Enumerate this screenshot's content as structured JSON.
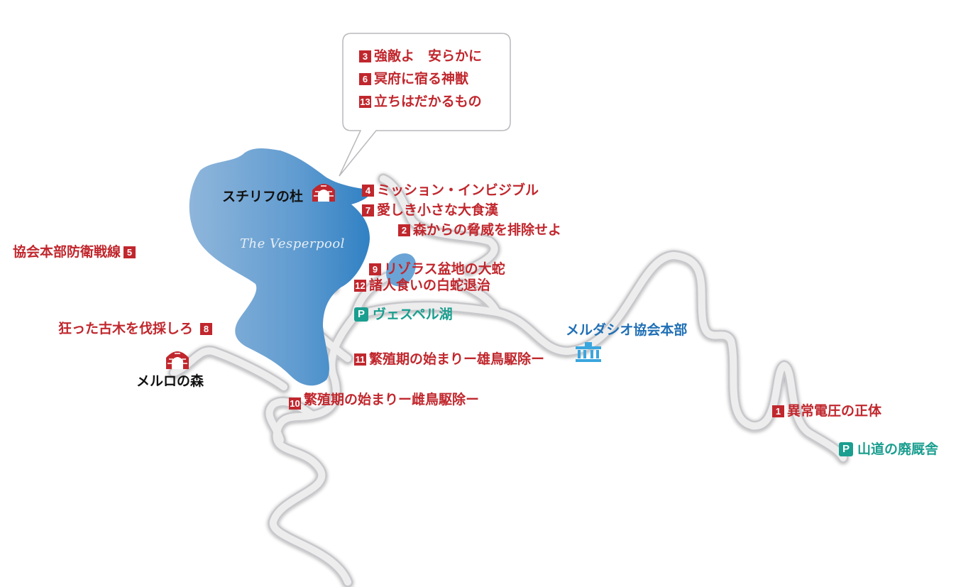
{
  "lake": {
    "name": "The Vesperpool",
    "color": "#3f87c6"
  },
  "callout": {
    "items": [
      {
        "num": "3",
        "label": "強敵よ　安らかに"
      },
      {
        "num": "6",
        "label": "冥府に宿る神獣"
      },
      {
        "num": "13",
        "label": "立ちはだかるもの"
      }
    ]
  },
  "places": {
    "sutirifu": "スチリフの杜",
    "meruro": "メルロの森"
  },
  "quests": {
    "q4": {
      "num": "4",
      "label": "ミッション・インビジブル"
    },
    "q7": {
      "num": "7",
      "label": "愛しき小さな大食漢"
    },
    "q2": {
      "num": "2",
      "label": "森からの脅威を排除せよ"
    },
    "q5": {
      "num": "5",
      "label": "協会本部防衛戦線"
    },
    "q9": {
      "num": "9",
      "label": "リゾラス盆地の大蛇"
    },
    "q12": {
      "num": "12",
      "label": "諸人食いの白蛇退治"
    },
    "q8": {
      "num": "8",
      "label": "狂った古木を伐採しろ"
    },
    "q11": {
      "num": "11",
      "label": "繁殖期の始まりー雄鳥駆除ー"
    },
    "q10": {
      "num": "10",
      "label": "繁殖期の始まりー雌鳥駆除ー"
    },
    "q1": {
      "num": "1",
      "label": "異常電圧の正体"
    }
  },
  "parking": {
    "vesper": {
      "badge": "P",
      "label": "ヴェスペル湖"
    },
    "sando": {
      "badge": "P",
      "label": "山道の廃厩舎"
    }
  },
  "hq": {
    "label": "メルダシオ協会本部"
  },
  "colors": {
    "quest": "#c0272d",
    "parking": "#1a9e8f",
    "hq": "#1f6fb5",
    "road": "#e4e4e6"
  },
  "icons": {
    "forest": "forest-gate-icon",
    "hq": "building-icon",
    "parking": "parking-icon"
  }
}
